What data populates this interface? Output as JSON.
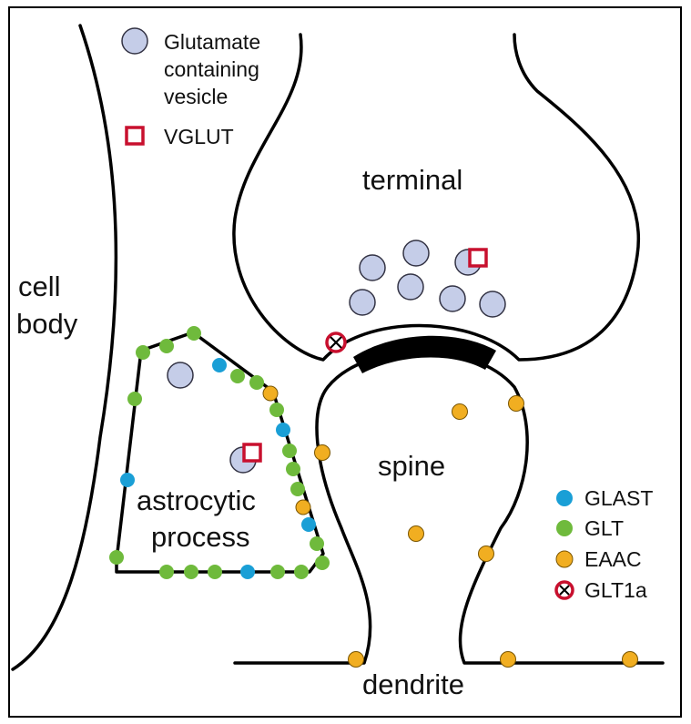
{
  "labels": {
    "cell_body_line1": "cell",
    "cell_body_line2": "body",
    "terminal": "terminal",
    "spine": "spine",
    "astrocytic_line1": "astrocytic",
    "astrocytic_line2": "process",
    "dendrite": "dendrite"
  },
  "legend_top": {
    "vesicle_line1": "Glutamate",
    "vesicle_line2": "containing",
    "vesicle_line3": "vesicle",
    "vglut": "VGLUT"
  },
  "legend_right": {
    "glast": "GLAST",
    "glt": "GLT",
    "eaac": "EAAC",
    "glt1a": "GLT1a"
  },
  "colors": {
    "vesicle_fill": "#c5cde8",
    "vglut": "#c8102e",
    "glast": "#1a9fd6",
    "glt": "#6fba3c",
    "eaac": "#f1ae21",
    "glt1a": "#c8102e",
    "membrane": "#000000"
  }
}
